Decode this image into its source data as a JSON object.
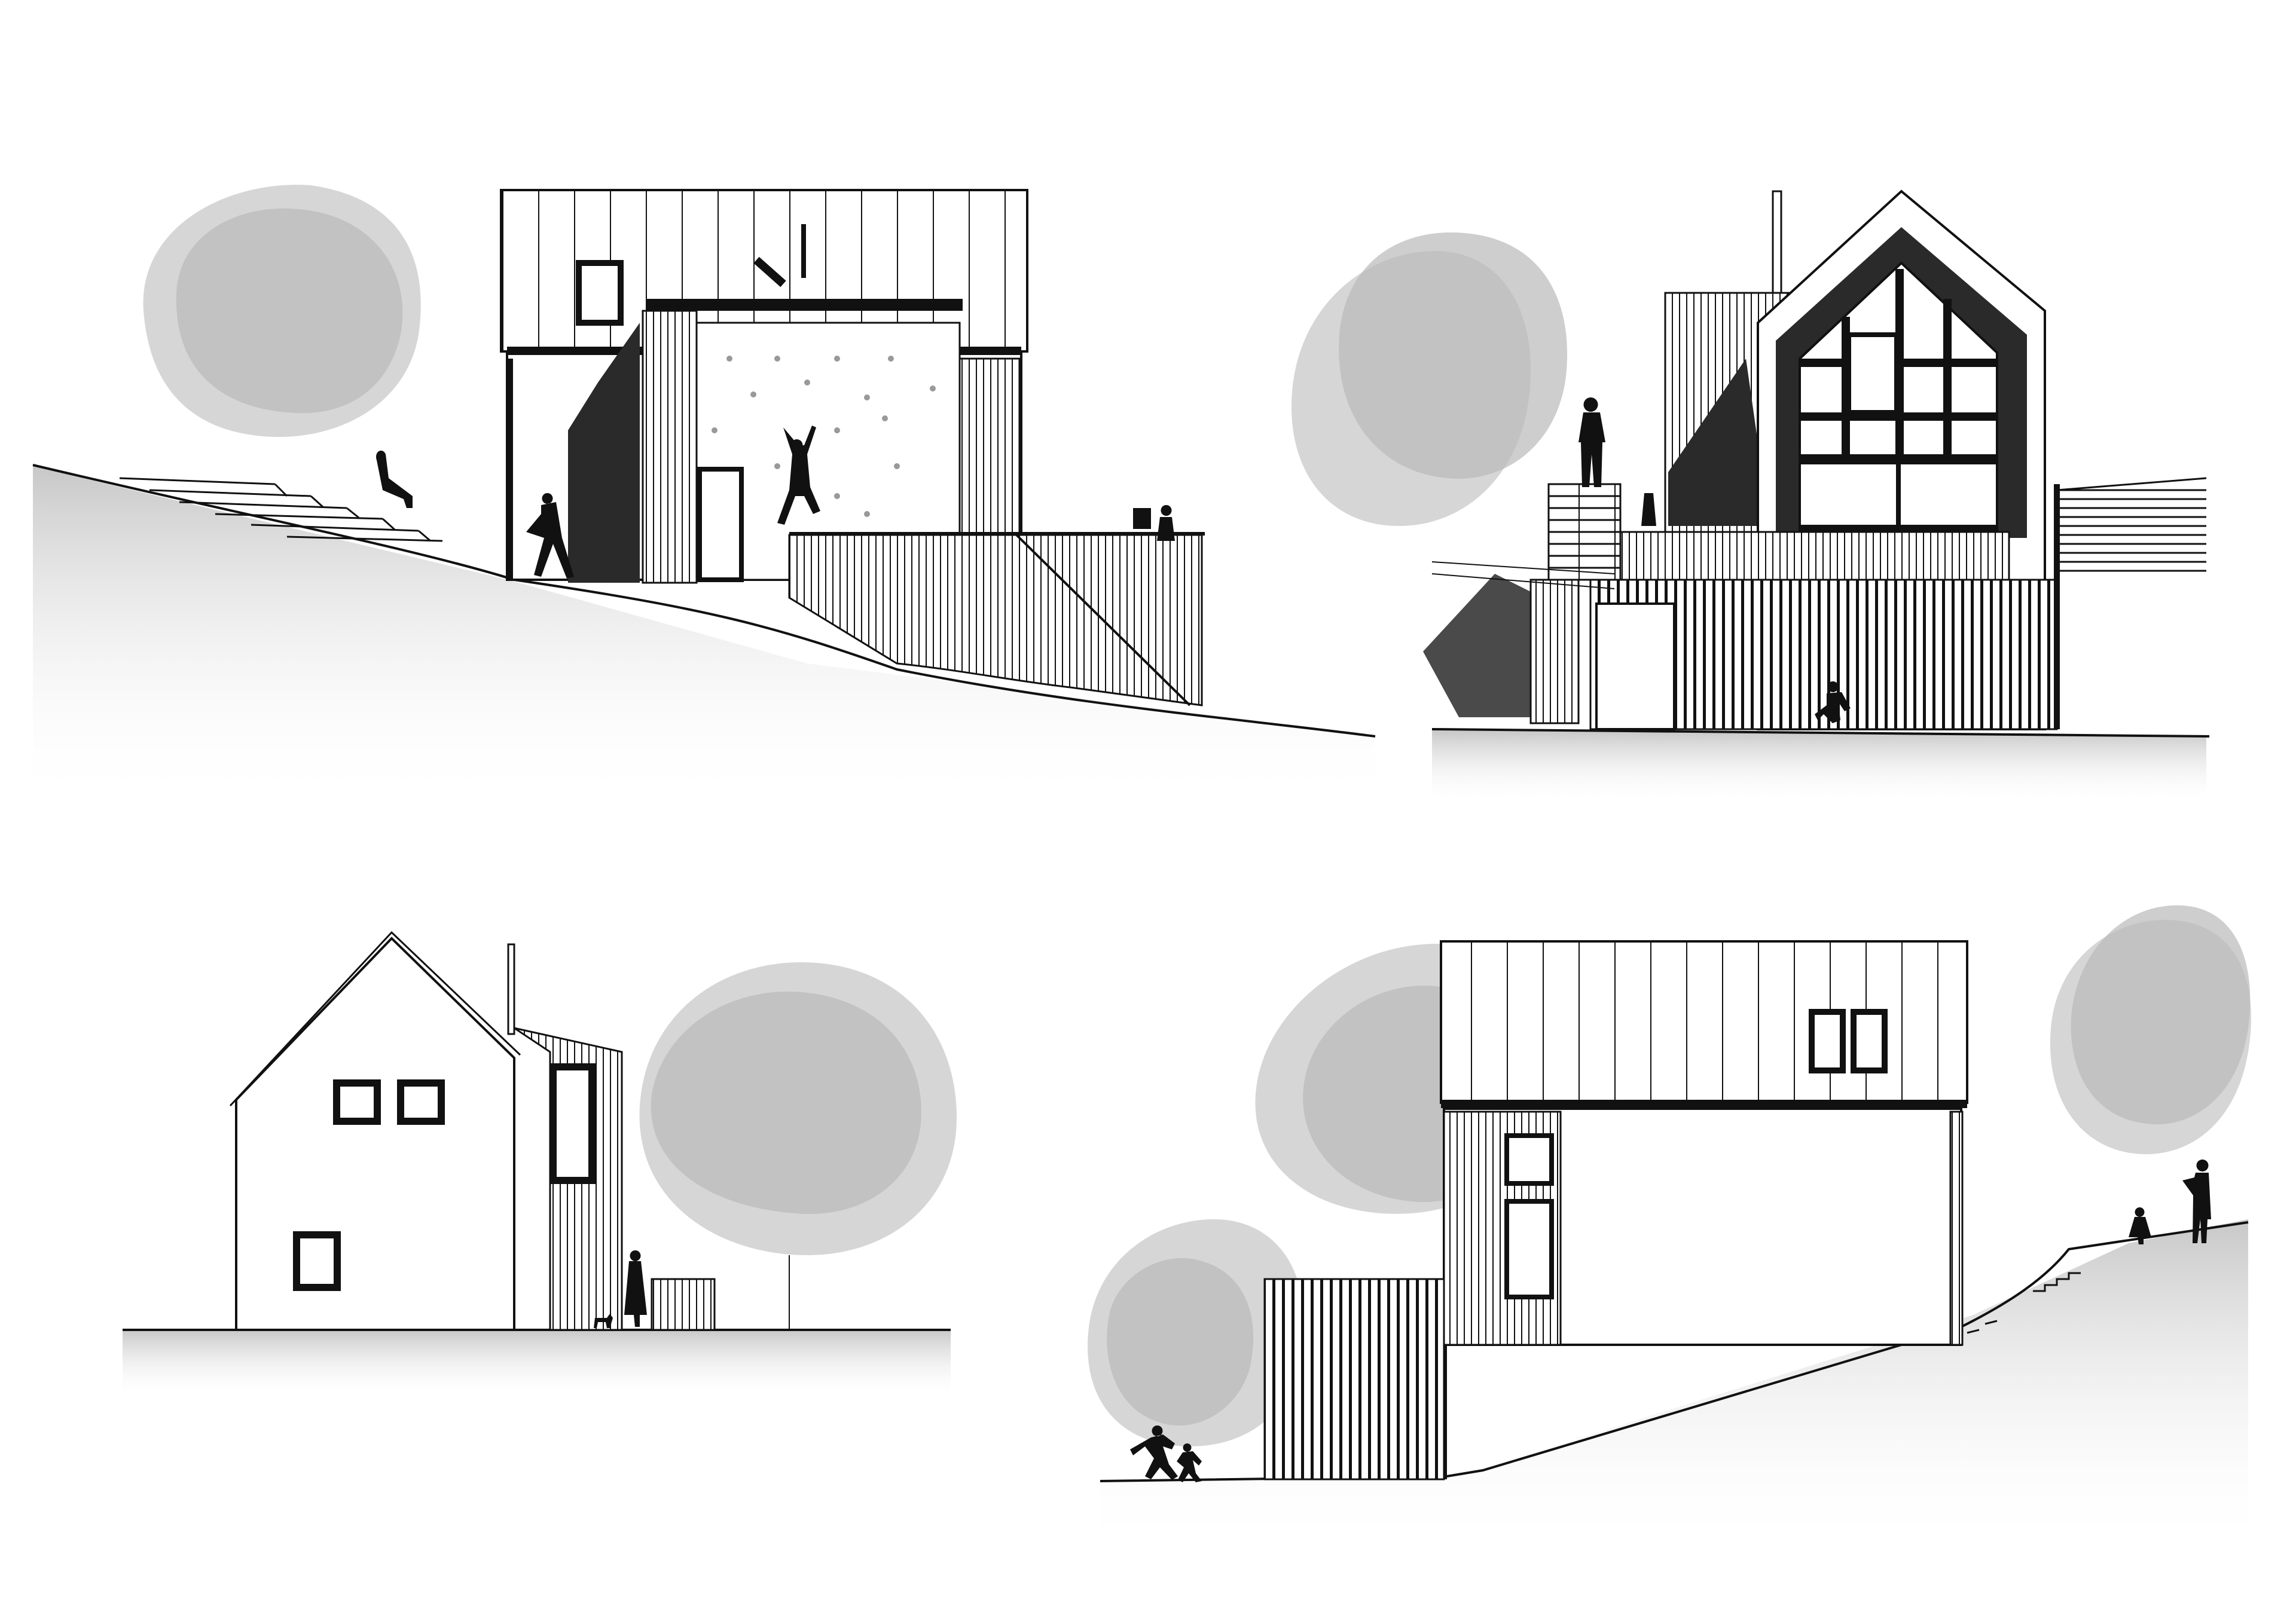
{
  "sheet": {
    "drawings": [
      {
        "id": "elevation-south",
        "kind": "elevation"
      },
      {
        "id": "elevation-east",
        "kind": "elevation"
      },
      {
        "id": "elevation-north",
        "kind": "elevation"
      },
      {
        "id": "elevation-west",
        "kind": "elevation"
      }
    ]
  },
  "colors": {
    "line": "#111111",
    "tree_light": "#c8c8c8",
    "tree_dark": "#b9b9b9",
    "fill_dark": "#2a2a2a",
    "background": "#ffffff"
  }
}
